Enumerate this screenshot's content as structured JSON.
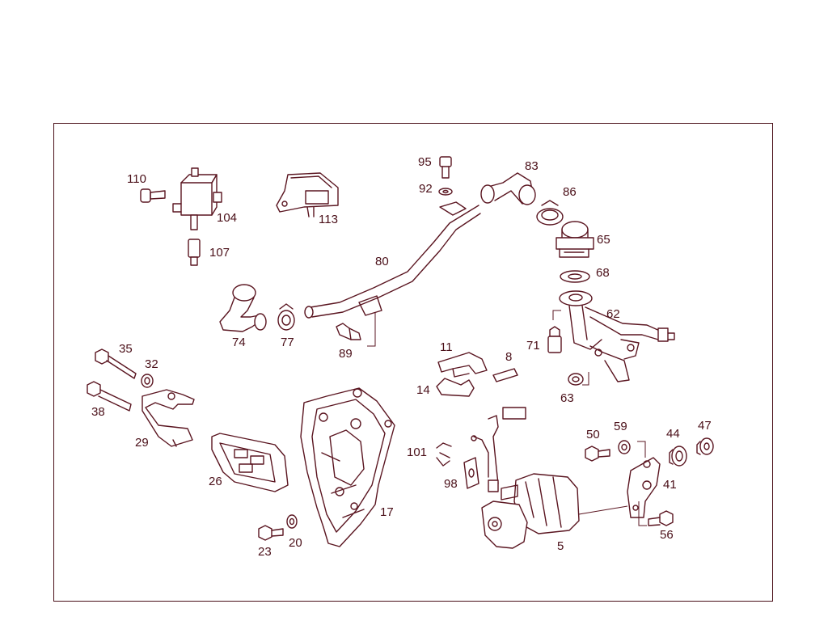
{
  "colors": {
    "line": "#5a1520",
    "text": "#4a0f18",
    "background": "#ffffff"
  },
  "callouts": {
    "c110": "110",
    "c104": "104",
    "c107": "107",
    "c113": "113",
    "c95": "95",
    "c92": "92",
    "c83": "83",
    "c86": "86",
    "c65": "65",
    "c68": "68",
    "c80": "80",
    "c62": "62",
    "c71": "71",
    "c63": "63",
    "c74": "74",
    "c77": "77",
    "c89": "89",
    "c35": "35",
    "c32": "32",
    "c38": "38",
    "c29": "29",
    "c26": "26",
    "c11": "11",
    "c8": "8",
    "c14": "14",
    "c50": "50",
    "c59": "59",
    "c44": "44",
    "c47": "47",
    "c41": "41",
    "c56": "56",
    "c101": "101",
    "c98": "98",
    "c5": "5",
    "c17": "17",
    "c23": "23",
    "c20": "20"
  }
}
